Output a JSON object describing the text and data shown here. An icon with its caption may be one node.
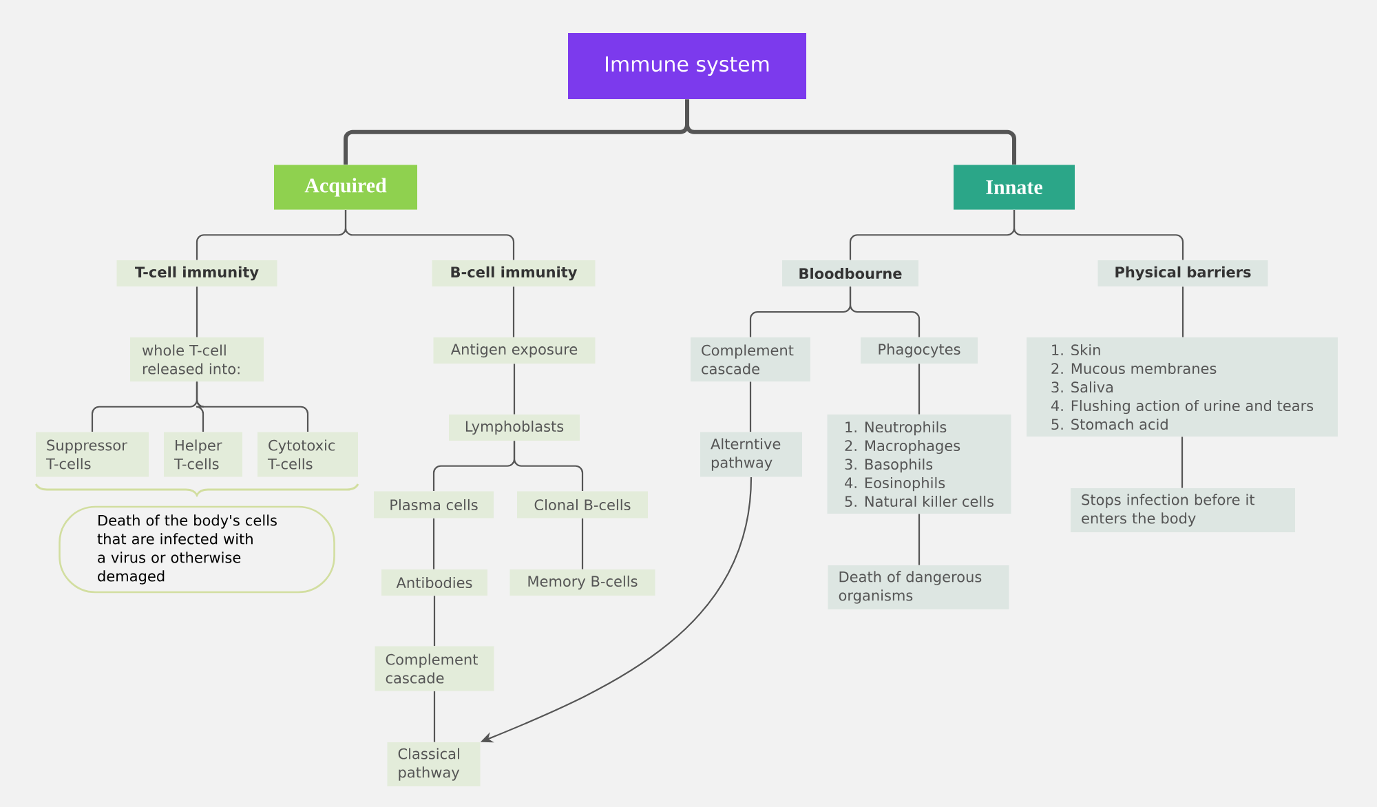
{
  "diagram": {
    "nodes": [
      {
        "text": [
          "Immune system"
        ]
      },
      {
        "text": [
          "Acquired"
        ]
      },
      {
        "text": [
          "Innate"
        ]
      },
      {
        "text": [
          "T-cell immunity"
        ]
      },
      {
        "text": [
          "B-cell immunity"
        ]
      },
      {
        "text": [
          "Bloodbourne"
        ]
      },
      {
        "text": [
          "Physical barriers"
        ]
      },
      {
        "text": [
          "whole T-cell released into:"
        ]
      },
      {
        "text": [
          "Antigen exposure"
        ]
      },
      {
        "text": [
          "Complement cascade"
        ]
      },
      {
        "text": [
          "Phagocytes"
        ]
      },
      {
        "text": [
          "1. Skin",
          "2. Mucous membranes",
          "3. Saliva",
          "4. Flushing action of urine and tears",
          "5. Stomach acid"
        ]
      },
      {
        "text": [
          "Suppressor T-cells"
        ]
      },
      {
        "text": [
          "Helper T-cells"
        ]
      },
      {
        "text": [
          "Cytotoxic T-cells"
        ]
      },
      {
        "text": [
          "Death of the body's cells that are infected with a virus or otherwise demaged"
        ]
      },
      {
        "text": [
          "Lymphoblasts"
        ]
      },
      {
        "text": [
          "Alterntive pathway"
        ]
      },
      {
        "text": [
          "1. Neutrophils",
          "2. Macrophages",
          "3. Basophils",
          "4. Eosinophils",
          "5. Natural killer cells"
        ]
      },
      {
        "text": [
          "Stops infection before it enters the body"
        ]
      },
      {
        "text": [
          "Plasma cells"
        ]
      },
      {
        "text": [
          "Clonal B-cells"
        ]
      },
      {
        "text": [
          "Antibodies"
        ]
      },
      {
        "text": [
          "Memory B-cells"
        ]
      },
      {
        "text": [
          "Death of dangerous organisms"
        ]
      },
      {
        "text": [
          "Complement cascade"
        ]
      },
      {
        "text": [
          "Classical pathway"
        ]
      }
    ],
    "edges": [
      {
        "from": 0,
        "to": 1,
        "arrow": "none",
        "style": "thick"
      },
      {
        "from": 0,
        "to": 2,
        "arrow": "none",
        "style": "thick"
      },
      {
        "from": 1,
        "to": 3,
        "arrow": "none"
      },
      {
        "from": 1,
        "to": 4,
        "arrow": "none"
      },
      {
        "from": 2,
        "to": 5,
        "arrow": "none"
      },
      {
        "from": 2,
        "to": 6,
        "arrow": "none"
      },
      {
        "from": 3,
        "to": 7,
        "arrow": "none"
      },
      {
        "from": 7,
        "to": 12,
        "arrow": "none"
      },
      {
        "from": 7,
        "to": 13,
        "arrow": "none"
      },
      {
        "from": 7,
        "to": 14,
        "arrow": "none"
      },
      {
        "from": 4,
        "to": 8,
        "arrow": "none"
      },
      {
        "from": 8,
        "to": 16,
        "arrow": "none"
      },
      {
        "from": 16,
        "to": 20,
        "arrow": "none"
      },
      {
        "from": 16,
        "to": 21,
        "arrow": "none"
      },
      {
        "from": 20,
        "to": 22,
        "arrow": "none"
      },
      {
        "from": 22,
        "to": 25,
        "arrow": "none"
      },
      {
        "from": 25,
        "to": 26,
        "arrow": "none"
      },
      {
        "from": 21,
        "to": 23,
        "arrow": "none"
      },
      {
        "from": 5,
        "to": 9,
        "arrow": "none"
      },
      {
        "from": 5,
        "to": 10,
        "arrow": "none"
      },
      {
        "from": 9,
        "to": 17,
        "arrow": "none"
      },
      {
        "from": 17,
        "to": 26,
        "arrow": "to"
      },
      {
        "from": 10,
        "to": 18,
        "arrow": "none"
      },
      {
        "from": 18,
        "to": 24,
        "arrow": "none"
      },
      {
        "from": 6,
        "to": 11,
        "arrow": "none"
      },
      {
        "from": 11,
        "to": 19,
        "arrow": "none"
      }
    ]
  }
}
